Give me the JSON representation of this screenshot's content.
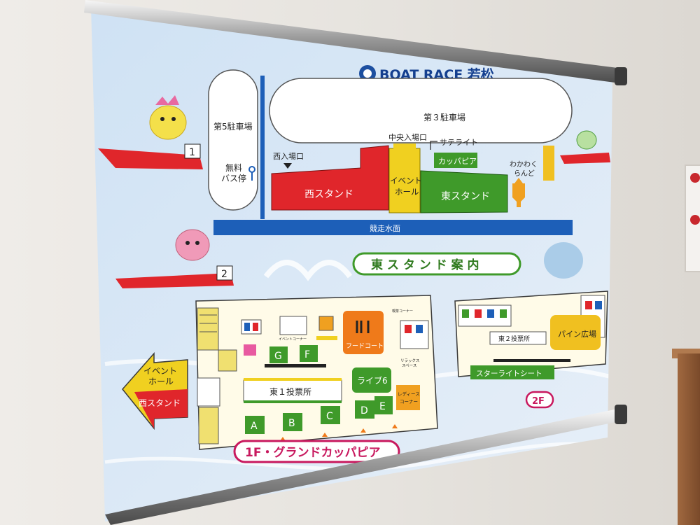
{
  "header": {
    "logo_text": "BOAT RACE 若松"
  },
  "map": {
    "parking5": "第5駐車場",
    "parking3": "第３駐車場",
    "bus_line1": "無料",
    "bus_line2": "バス停",
    "west_gate": "西入場口",
    "central_gate": "中央入場口",
    "satellite": "サテライト",
    "kappapia": "カッパピア",
    "wakuwaku_line1": "わかわく",
    "wakuwaku_line2": "らんど",
    "west_stand": "西スタンド",
    "event_hall_line1": "イベント",
    "event_hall_line2": "ホール",
    "east_stand": "東スタンド",
    "water_surface": "競走水面"
  },
  "guide_title": "東 ス タ ン ド 案 内",
  "floor1": {
    "event_corner": "イベントコーナー",
    "smoking_corner": "喫茶コーナー",
    "food_court": "フードコート",
    "ticket1": "東１投票所",
    "live6": "ライブ6",
    "relax_line1": "リラックス",
    "relax_line2": "スペース",
    "ladies_line1": "レディース",
    "ladies_line2": "コーナー",
    "zones": [
      "G",
      "F",
      "A",
      "B",
      "C",
      "D",
      "E"
    ],
    "label": "1F・グランドカッパピア"
  },
  "floor2": {
    "ticket2": "東２投票所",
    "pine_plaza": "パイン広場",
    "starlight": "スターライトシート",
    "label": "2F"
  },
  "arrow": {
    "line1": "イベント",
    "line2": "ホール",
    "line3": "西スタンド"
  },
  "colors": {
    "red": "#e0262b",
    "yellow": "#f0d020",
    "green": "#3f9a2a",
    "blue": "#1d5fb8",
    "magenta": "#c8185e",
    "orange": "#ef7a1a"
  }
}
